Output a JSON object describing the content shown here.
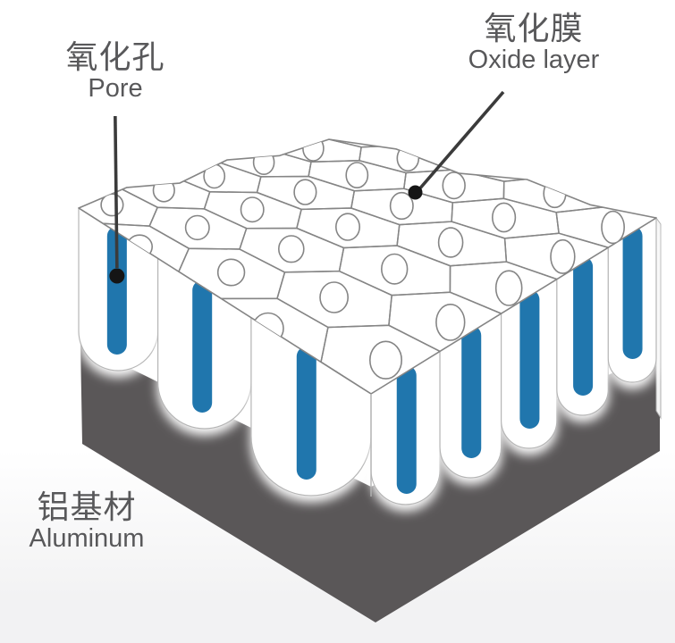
{
  "labels": {
    "pore": {
      "zh": "氧化孔",
      "en": "Pore"
    },
    "oxide_layer": {
      "zh": "氧化膜",
      "en": "Oxide layer"
    },
    "aluminum": {
      "zh": "铝基材",
      "en": "Aluminum"
    }
  },
  "colors": {
    "pore_blue": "#2076ad",
    "substrate_gray": "#5a5758",
    "surface_white": "#ffffff",
    "edge_gray": "#858585",
    "column_edge_gray": "#b5b5b5",
    "label_text": "#58585a",
    "pointer_line": "#3b3b3b",
    "pointer_dot": "#151515",
    "background_tint": "#f2f2f3"
  },
  "structure": {
    "left_face_pore_count": 3,
    "right_face_pore_count": 5,
    "hex_rows": 5,
    "hex_cols": 5
  }
}
